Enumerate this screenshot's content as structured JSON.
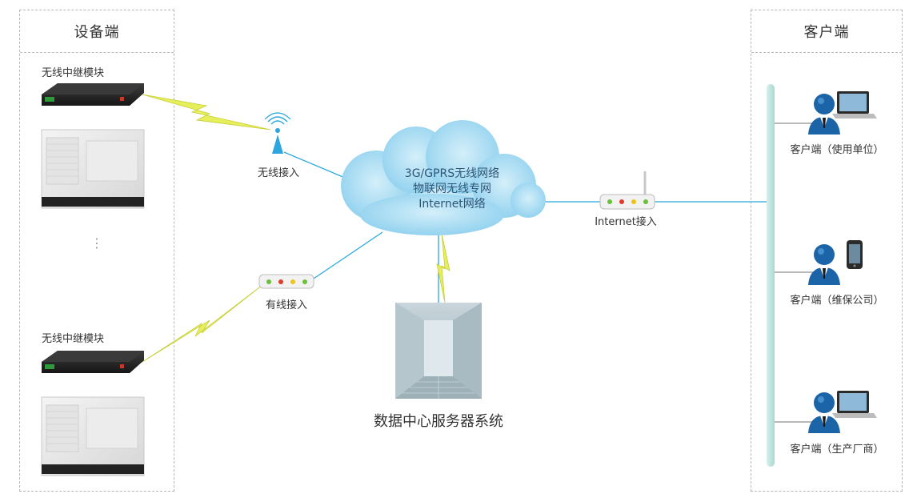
{
  "device_panel": {
    "title": "设备端",
    "module_label_top": "无线中继模块",
    "module_label_bottom": "无线中继模块",
    "ellipsis": "⋮"
  },
  "client_panel": {
    "title": "客户端",
    "clients": [
      {
        "label": "客户端（使用单位）",
        "device": "laptop-icon"
      },
      {
        "label": "客户端（维保公司）",
        "device": "phone-icon"
      },
      {
        "label": "客户端（生产厂商）",
        "device": "laptop-icon"
      }
    ]
  },
  "network": {
    "wireless_access": "无线接入",
    "wired_access": "有线接入",
    "internet_access": "Internet接入",
    "cloud_lines": [
      "3G/GPRS无线网络",
      "物联网无线专网",
      "Internet网络"
    ]
  },
  "datacenter": {
    "label": "数据中心服务器系统"
  },
  "colors": {
    "line": "#29a8dd",
    "lightning": "#e6ef5a",
    "cloud": "#a9dcf3",
    "bus": "#bfe4e0",
    "person": "#1c64a8",
    "router_led_green": "#6bbf3b",
    "router_led_red": "#e23a2a",
    "router_led_yellow": "#f2c21b"
  }
}
